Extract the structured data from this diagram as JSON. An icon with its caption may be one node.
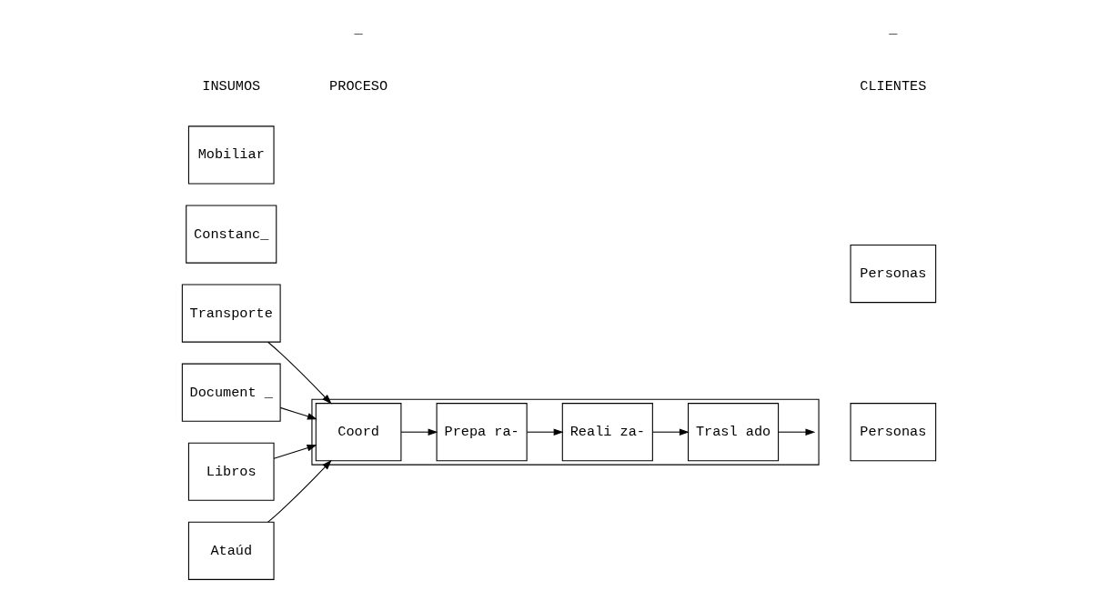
{
  "diagram": {
    "nodes": [
      {
        "text": [
          "Transporte"
        ]
      },
      {
        "text": [
          "Constanc_"
        ]
      },
      {
        "text": [
          "Document _"
        ]
      },
      {
        "text": [
          "Libros"
        ]
      },
      {
        "text": [
          "Ataúd"
        ]
      },
      {
        "text": [
          "Mobiliar"
        ]
      },
      {
        "text": [],
        "shape": "box"
      },
      {
        "text": [
          "Coord"
        ],
        "in": 6
      },
      {
        "text": [
          "Prepa ra-"
        ],
        "in": 6
      },
      {
        "text": [
          "Reali za-"
        ],
        "in": 6
      },
      {
        "text": [
          "Trasl ado"
        ],
        "in": 6
      },
      {
        "text": [
          "Personas"
        ]
      },
      {
        "text": [
          "Personas"
        ]
      }
    ],
    "edges": [
      {
        "from": 0,
        "to": 7,
        "arrow": "to"
      },
      {
        "from": 2,
        "to": 7,
        "arrow": "to"
      },
      {
        "from": 3,
        "to": 7,
        "arrow": "to"
      },
      {
        "from": 4,
        "to": 7,
        "arrow": "to"
      },
      {
        "from": 7,
        "to": 8,
        "arrow": "to"
      },
      {
        "from": 8,
        "to": 9,
        "arrow": "to"
      },
      {
        "from": 9,
        "to": 10,
        "arrow": "to"
      },
      {
        "from": 10,
        "to": 6,
        "arrow": "to"
      }
    ],
    "labels": [
      "INSUMOS",
      "PROCESO",
      "CLIENTES",
      "_",
      "_"
    ]
  }
}
